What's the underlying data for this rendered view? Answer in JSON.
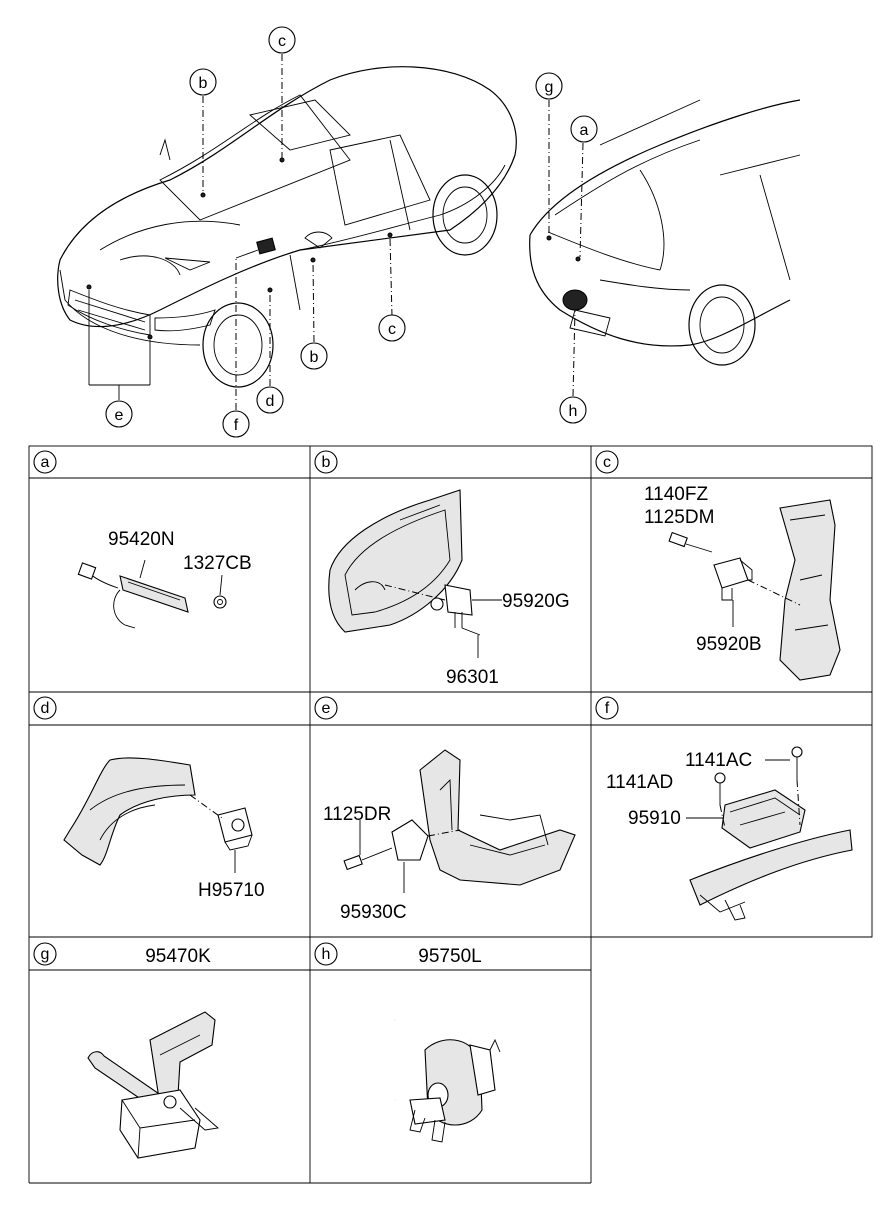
{
  "overview": {
    "callouts": [
      "b",
      "c",
      "g",
      "a",
      "c",
      "b",
      "e",
      "f",
      "d",
      "h"
    ]
  },
  "grid": {
    "cells": [
      {
        "letter": "a",
        "header": "",
        "parts": [
          "95420N",
          "1327CB"
        ]
      },
      {
        "letter": "b",
        "header": "",
        "parts": [
          "95920G",
          "96301"
        ]
      },
      {
        "letter": "c",
        "header": "",
        "parts": [
          "1140FZ",
          "1125DM",
          "95920B"
        ]
      },
      {
        "letter": "d",
        "header": "",
        "parts": [
          "H95710"
        ]
      },
      {
        "letter": "e",
        "header": "",
        "parts": [
          "1125DR",
          "95930C"
        ]
      },
      {
        "letter": "f",
        "header": "",
        "parts": [
          "1141AC",
          "1141AD",
          "95910"
        ]
      },
      {
        "letter": "g",
        "header": "95470K",
        "parts": []
      },
      {
        "letter": "h",
        "header": "95750L",
        "parts": []
      }
    ]
  }
}
